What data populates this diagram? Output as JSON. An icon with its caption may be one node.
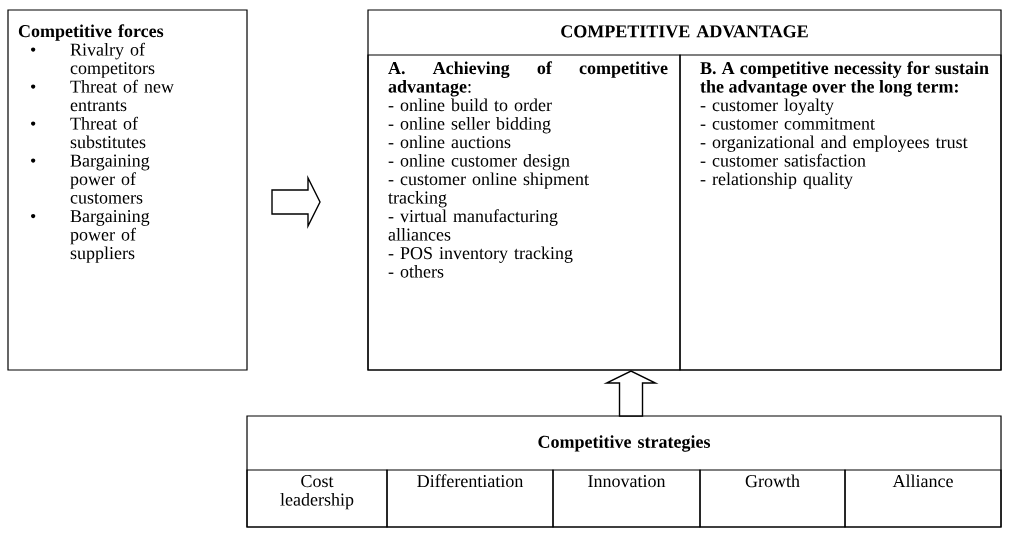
{
  "diagram": {
    "nodes": [
      {
        "text": [
          "Competitive forces",
          "Rivalry of competitors",
          "Threat of new entrants",
          "Threat of substitutes",
          "Bargaining power of customers",
          "Bargaining power of suppliers"
        ]
      },
      {
        "text": [
          "COMPETITIVE ADVANTAGE"
        ]
      },
      {
        "text": [
          "**A. Achieving of competitive advantage**:",
          "- online build to order",
          "- online seller bidding",
          "- online auctions",
          "- online customer design",
          "- customer online shipment tracking",
          "- virtual manufacturing alliances",
          "- POS inventory tracking",
          "- others"
        ],
        "in": 1
      },
      {
        "text": [
          "B. A competitive necessity for sustain the advantage over the long term:",
          "- customer loyalty",
          "- customer commitment",
          "- organizational and employees trust",
          "- customer satisfaction",
          "- relationship quality"
        ],
        "in": 1
      },
      {
        "text": [
          "Competitive strategies"
        ]
      },
      {
        "text": [
          "Cost leadership"
        ],
        "in": 4
      },
      {
        "text": [
          "Differentiation"
        ],
        "in": 4
      },
      {
        "text": [
          "Innovation"
        ],
        "in": 4
      },
      {
        "text": [
          "Growth"
        ],
        "in": 4
      },
      {
        "text": [
          "Alliance"
        ],
        "in": 4
      }
    ],
    "edges": [
      {
        "from": 0,
        "to": 1,
        "arrow": "to"
      },
      {
        "from": 4,
        "to": 1,
        "arrow": "to"
      }
    ],
    "labels": [
      "•",
      "•",
      "•",
      "•",
      "•"
    ]
  }
}
